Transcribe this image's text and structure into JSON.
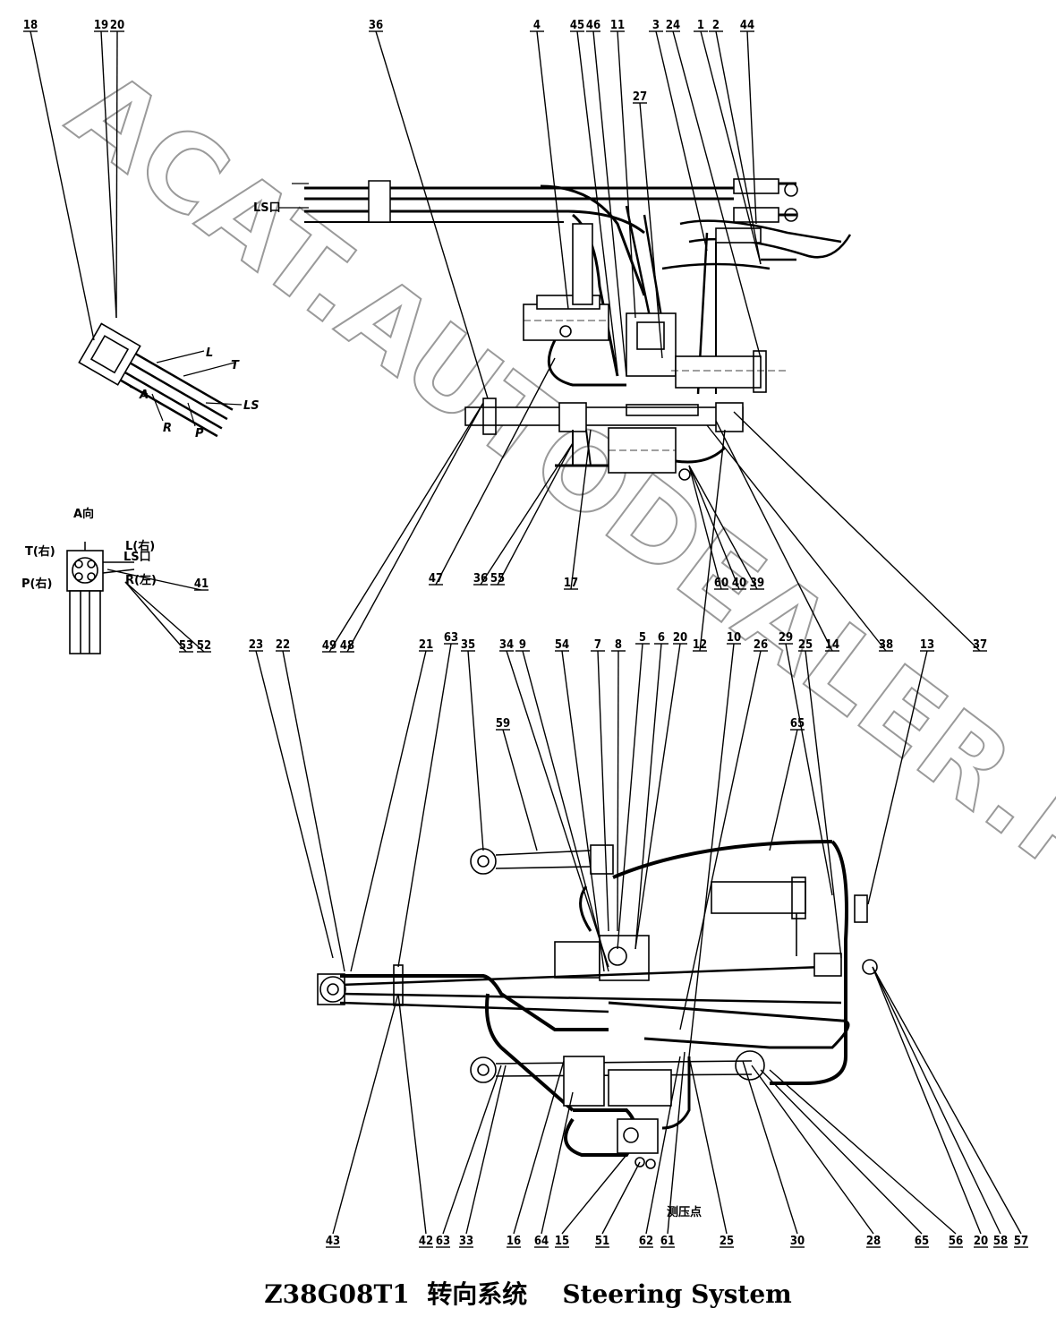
{
  "title": {
    "code": "Z38G08T1",
    "chinese": "转向系统",
    "english": "Steering System"
  },
  "watermark": "ACAT.AUTODEALER.RU",
  "view_label": "A向",
  "port_labels_inset": [
    "LS口",
    "L(右)",
    "T(右)",
    "P(右)",
    "R(左)"
  ],
  "port_letters_valve": [
    "L",
    "T",
    "A",
    "R",
    "P",
    "LS"
  ],
  "hose_tag": "LS口",
  "note_tag": "测压点",
  "callouts_upper": [
    "18",
    "19",
    "20",
    "36",
    "4",
    "45",
    "46",
    "11",
    "3",
    "24",
    "1",
    "2",
    "44",
    "27",
    "41",
    "47",
    "36",
    "55",
    "17",
    "60",
    "40",
    "39",
    "53",
    "52",
    "49",
    "48"
  ],
  "callouts_middle": [
    "23",
    "22",
    "21",
    "63",
    "35",
    "34",
    "9",
    "54",
    "7",
    "8",
    "5",
    "6",
    "20",
    "12",
    "10",
    "26",
    "29",
    "25",
    "14",
    "38",
    "13",
    "37",
    "59",
    "65"
  ],
  "callouts_bottom": [
    "43",
    "42",
    "63",
    "33",
    "16",
    "64",
    "15",
    "51",
    "62",
    "61",
    "25",
    "30",
    "28",
    "65",
    "56",
    "20",
    "58",
    "57"
  ]
}
